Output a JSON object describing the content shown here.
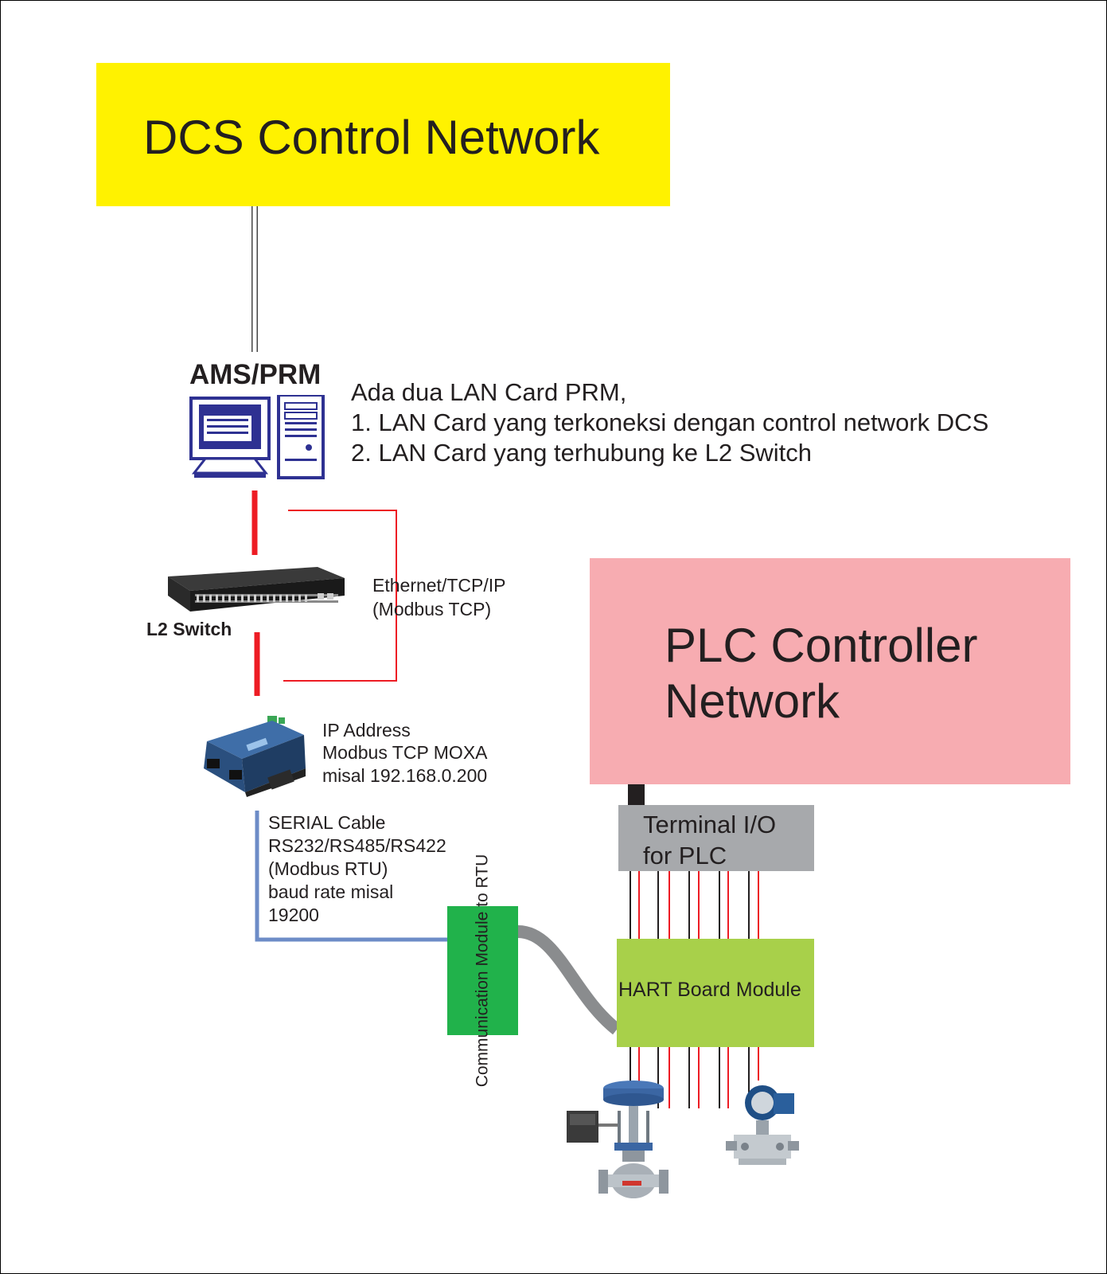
{
  "dcs_network": {
    "title": "DCS Control Network"
  },
  "ams": {
    "label": "AMS/PRM"
  },
  "lan_note": {
    "title": "Ada dua LAN Card PRM,",
    "line1": "1. LAN Card yang terkoneksi dengan control network DCS",
    "line2": "2. LAN Card yang terhubung ke L2 Switch"
  },
  "l2_switch": {
    "label": "L2 Switch"
  },
  "ethernet": {
    "line1": "Ethernet/TCP/IP",
    "line2": "(Modbus TCP)"
  },
  "moxa": {
    "line1": "IP Address",
    "line2": "Modbus TCP MOXA",
    "line3": "misal 192.168.0.200"
  },
  "serial": {
    "line1": "SERIAL Cable",
    "line2": "RS232/RS485/RS422",
    "line3": "(Modbus RTU)",
    "line4": "baud rate misal",
    "line5": "19200"
  },
  "comm_module": {
    "label": "Communication Module to RTU"
  },
  "plc_network": {
    "title": "PLC Controller Network"
  },
  "terminal_io": {
    "title": "Terminal I/O for PLC"
  },
  "hart_module": {
    "title": "HART Board Module"
  },
  "colors": {
    "dcs": "#fff200",
    "plc": "#f7acb1",
    "terminal": "#a7a9ac",
    "hart": "#a8d04a",
    "comm": "#21b24b",
    "ethernet_line": "#ed1c24",
    "serial_line": "#6d8cc7"
  },
  "icons": [
    "computer-icon",
    "network-switch-icon",
    "serial-device-server-icon",
    "control-valve-icon",
    "pressure-transmitter-icon"
  ]
}
